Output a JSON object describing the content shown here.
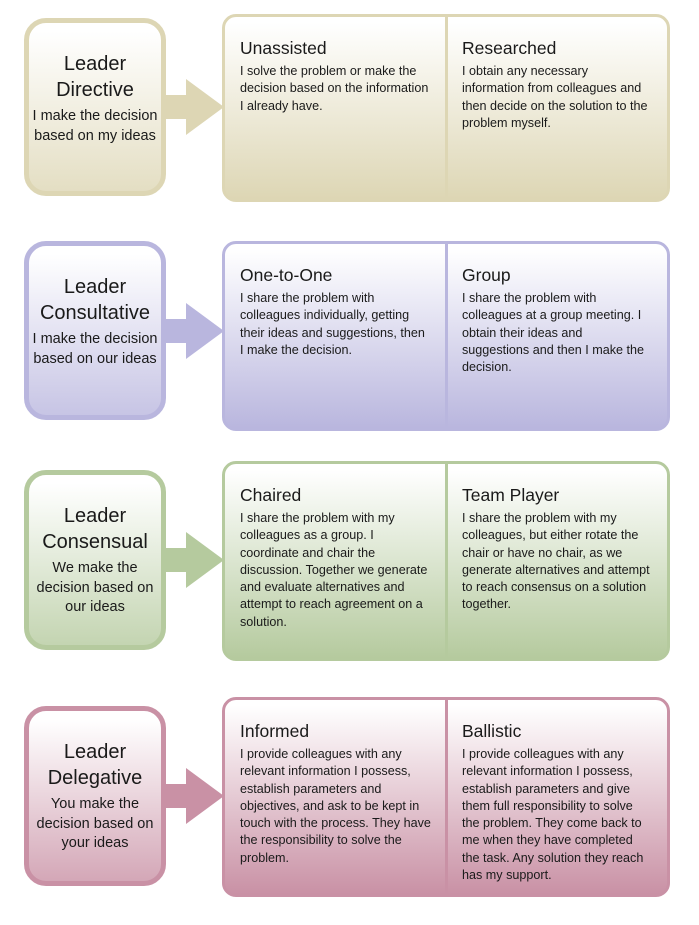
{
  "rows": [
    {
      "title1": "Leader",
      "title2": "Directive",
      "sub": "I make the decision based on my ideas",
      "color": "#ddd6b4",
      "cols": [
        {
          "h": "Unassisted",
          "p": "I solve the problem or make the decision based on the information I already have."
        },
        {
          "h": "Researched",
          "p": "I obtain any necessary information from colleagues and then decide on the solution to the problem myself."
        }
      ]
    },
    {
      "title1": "Leader",
      "title2": "Consultative",
      "sub": "I make the decision based on our ideas",
      "color": "#b9b6de",
      "cols": [
        {
          "h": "One-to-One",
          "p": "I share the problem with colleagues individually, getting their ideas and suggestions, then I make the decision."
        },
        {
          "h": "Group",
          "p": "I share the problem with colleagues at a group meeting. I obtain their ideas and suggestions and then I make the decision."
        }
      ]
    },
    {
      "title1": "Leader",
      "title2": "Consensual",
      "sub": "We make the decision based on our ideas",
      "color": "#b5ca9e",
      "cols": [
        {
          "h": "Chaired",
          "p": "I share the problem with my colleagues as a group. I coordinate and chair the discussion. Together we generate and evaluate alternatives and attempt to reach agreement on a solution."
        },
        {
          "h": "Team Player",
          "p": "I share the problem with my colleagues, but either rotate the chair or have no chair, as we generate alternatives and attempt to reach consensus on a solution together."
        }
      ]
    },
    {
      "title1": "Leader",
      "title2": "Delegative",
      "sub": "You make the decision based on your ideas",
      "color": "#c991a5",
      "cols": [
        {
          "h": "Informed",
          "p": "I provide colleagues with any relevant information I possess, establish parameters and objectives, and ask to be kept in touch with the process. They have the responsibility to solve the problem."
        },
        {
          "h": "Ballistic",
          "p": "I provide colleagues with any relevant information I possess, establish parameters and give them full responsibility to solve the problem. They come back to me when they have completed the task. Any solution they reach has my support."
        }
      ]
    }
  ]
}
